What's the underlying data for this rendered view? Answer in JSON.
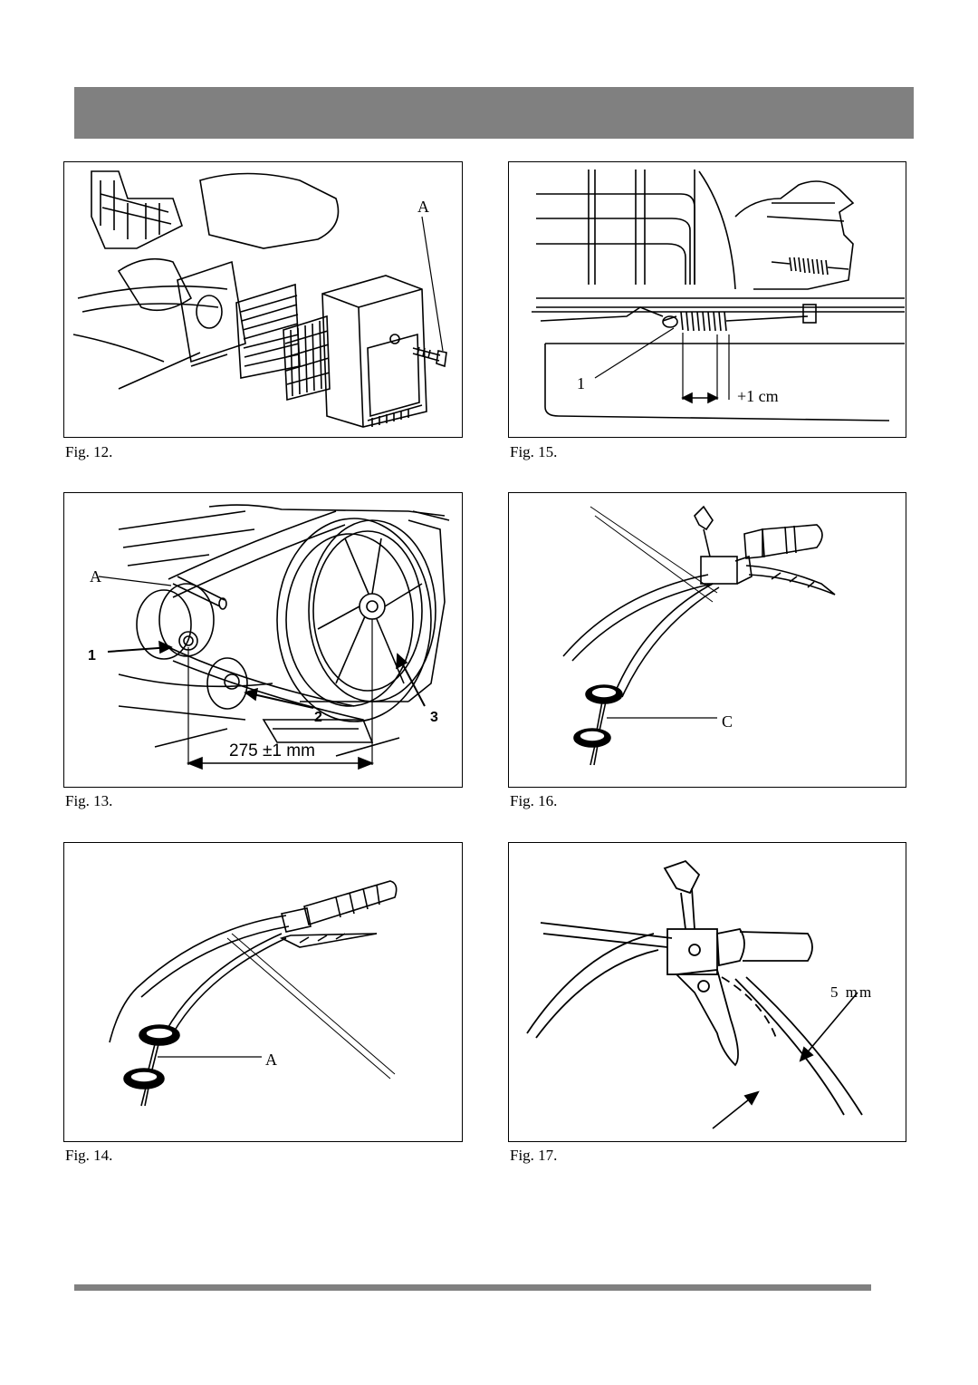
{
  "figures": {
    "fig12": {
      "caption": "Fig. 12.",
      "label_a": "A"
    },
    "fig13": {
      "caption": "Fig. 13.",
      "label_a": "A",
      "label_1": "1",
      "label_2": "2",
      "label_3": "3",
      "dimension": "275  ±1 mm"
    },
    "fig14": {
      "caption": "Fig. 14.",
      "label_a": "A"
    },
    "fig15": {
      "caption": "Fig. 15.",
      "label_1": "1",
      "dimension": "+1 cm"
    },
    "fig16": {
      "caption": "Fig. 16.",
      "label_c": "C"
    },
    "fig17": {
      "caption": "Fig. 17.",
      "dimension": "5 mm"
    }
  }
}
